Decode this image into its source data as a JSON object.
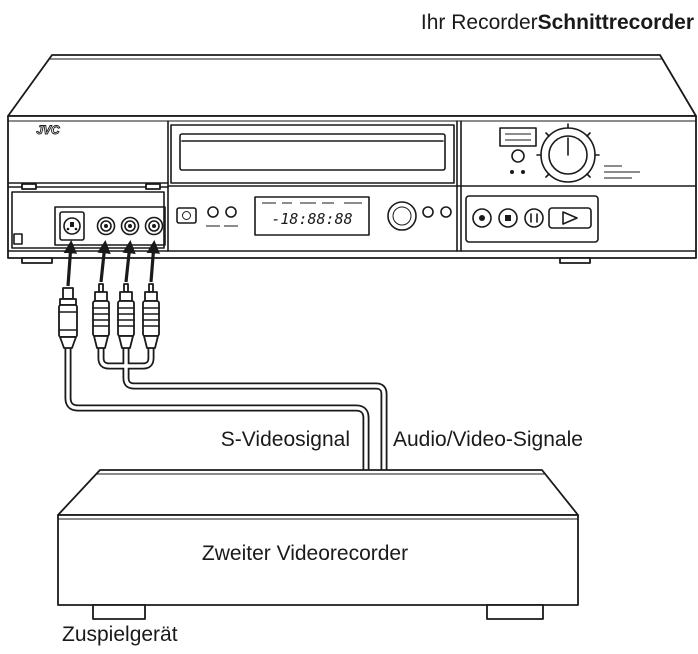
{
  "header": {
    "prefix": "Ihr Recorder",
    "emphasis": "Schnittrecorder"
  },
  "recorder": {
    "logo": "JVC",
    "display": "-18:88:88"
  },
  "connections": {
    "s_video_label": "S-Videosignal",
    "audio_video_label": "Audio/Video-Signale"
  },
  "source_device": {
    "name": "Zweiter Videorecorder",
    "caption": "Zuspielgerät"
  },
  "colors": {
    "line": "#1a1a1a",
    "background": "#ffffff"
  }
}
